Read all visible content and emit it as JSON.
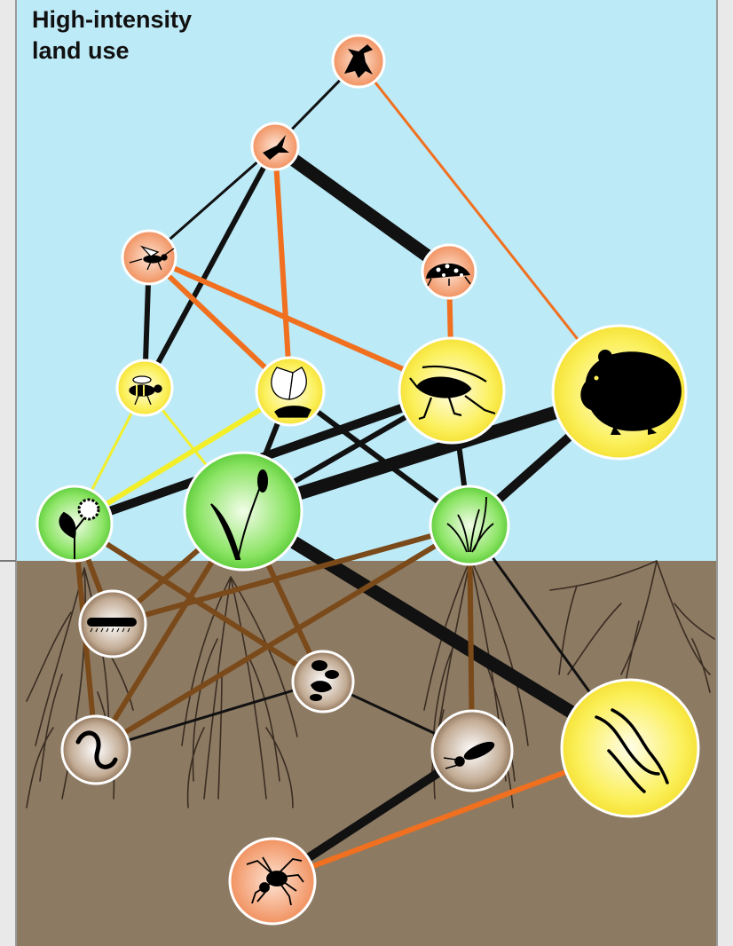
{
  "title": {
    "line1": "High-intensity",
    "line2": "land use"
  },
  "colors": {
    "above_ground": "#bdeaf7",
    "below_ground": "#8d7a63",
    "frame": "#9a9a9a",
    "predator_node": "#f2a57f",
    "herbivore_node": "#fbf27a",
    "plant_node": "#7ee05c",
    "soil_node": "#b7a18b",
    "link_black": "#111111",
    "link_orange": "#f07020",
    "link_yellow": "#f2ef2a",
    "link_brown": "#7a4a1a",
    "roots": "#3a2d22"
  },
  "nodes": [
    {
      "id": "bird-of-prey",
      "icon": "bird-of-prey-icon",
      "trophic_group": "predator"
    },
    {
      "id": "swallow",
      "icon": "swallow-icon",
      "trophic_group": "predator"
    },
    {
      "id": "parasitoid-wasp",
      "icon": "parasitoid-wasp-icon",
      "trophic_group": "predator"
    },
    {
      "id": "ladybird",
      "icon": "ladybird-icon",
      "trophic_group": "predator"
    },
    {
      "id": "bee",
      "icon": "bee-icon",
      "trophic_group": "pollinator"
    },
    {
      "id": "butterfly",
      "icon": "butterfly-icon",
      "trophic_group": "herbivore"
    },
    {
      "id": "grasshopper",
      "icon": "grasshopper-icon",
      "trophic_group": "herbivore"
    },
    {
      "id": "vole",
      "icon": "vole-icon",
      "trophic_group": "herbivore"
    },
    {
      "id": "forb",
      "icon": "flowering-plant-icon",
      "trophic_group": "plant"
    },
    {
      "id": "grass-tall",
      "icon": "grass-icon",
      "trophic_group": "plant"
    },
    {
      "id": "grass-tuft",
      "icon": "grass-tuft-icon",
      "trophic_group": "plant"
    },
    {
      "id": "millipede",
      "icon": "millipede-icon",
      "trophic_group": "soil"
    },
    {
      "id": "soil-mites",
      "icon": "soil-mite-icon",
      "trophic_group": "soil"
    },
    {
      "id": "earthworm",
      "icon": "earthworm-icon",
      "trophic_group": "soil"
    },
    {
      "id": "springtail",
      "icon": "springtail-icon",
      "trophic_group": "soil"
    },
    {
      "id": "nematodes",
      "icon": "nematode-icon",
      "trophic_group": "soil-herbivore"
    },
    {
      "id": "spider",
      "icon": "spider-icon",
      "trophic_group": "soil-predator"
    }
  ],
  "links": [
    {
      "from": "bird-of-prey",
      "to": "swallow",
      "type": "black",
      "strength": 1
    },
    {
      "from": "bird-of-prey",
      "to": "vole",
      "type": "orange",
      "strength": 1
    },
    {
      "from": "swallow",
      "to": "parasitoid-wasp",
      "type": "black",
      "strength": 1
    },
    {
      "from": "swallow",
      "to": "ladybird",
      "type": "black",
      "strength": 4
    },
    {
      "from": "swallow",
      "to": "butterfly",
      "type": "orange",
      "strength": 2
    },
    {
      "from": "swallow",
      "to": "bee",
      "type": "black",
      "strength": 2
    },
    {
      "from": "parasitoid-wasp",
      "to": "bee",
      "type": "black",
      "strength": 2
    },
    {
      "from": "parasitoid-wasp",
      "to": "butterfly",
      "type": "orange",
      "strength": 2
    },
    {
      "from": "parasitoid-wasp",
      "to": "grasshopper",
      "type": "orange",
      "strength": 2
    },
    {
      "from": "ladybird",
      "to": "grasshopper",
      "type": "orange",
      "strength": 2
    },
    {
      "from": "bee",
      "to": "forb",
      "type": "yellow",
      "strength": 1
    },
    {
      "from": "bee",
      "to": "grass-tall",
      "type": "yellow",
      "strength": 1
    },
    {
      "from": "butterfly",
      "to": "forb",
      "type": "yellow",
      "strength": 2
    },
    {
      "from": "butterfly",
      "to": "grass-tall",
      "type": "black",
      "strength": 2
    },
    {
      "from": "butterfly",
      "to": "grass-tuft",
      "type": "black",
      "strength": 2
    },
    {
      "from": "grasshopper",
      "to": "forb",
      "type": "black",
      "strength": 3
    },
    {
      "from": "grasshopper",
      "to": "grass-tall",
      "type": "black",
      "strength": 2
    },
    {
      "from": "grasshopper",
      "to": "grass-tuft",
      "type": "black",
      "strength": 2
    },
    {
      "from": "vole",
      "to": "grass-tall",
      "type": "black",
      "strength": 4
    },
    {
      "from": "vole",
      "to": "grass-tuft",
      "type": "black",
      "strength": 3
    },
    {
      "from": "grass-tall",
      "to": "nematodes",
      "type": "black",
      "strength": 4
    },
    {
      "from": "forb",
      "to": "millipede",
      "type": "brown",
      "strength": 2
    },
    {
      "from": "forb",
      "to": "soil-mites",
      "type": "brown",
      "strength": 2
    },
    {
      "from": "forb",
      "to": "earthworm",
      "type": "brown",
      "strength": 2
    },
    {
      "from": "grass-tall",
      "to": "millipede",
      "type": "brown",
      "strength": 2
    },
    {
      "from": "grass-tall",
      "to": "earthworm",
      "type": "brown",
      "strength": 2
    },
    {
      "from": "grass-tall",
      "to": "soil-mites",
      "type": "brown",
      "strength": 2
    },
    {
      "from": "grass-tuft",
      "to": "millipede",
      "type": "brown",
      "strength": 2
    },
    {
      "from": "grass-tuft",
      "to": "earthworm",
      "type": "brown",
      "strength": 2
    },
    {
      "from": "grass-tuft",
      "to": "springtail",
      "type": "brown",
      "strength": 2
    },
    {
      "from": "grass-tuft",
      "to": "nematodes",
      "type": "black",
      "strength": 1
    },
    {
      "from": "earthworm",
      "to": "soil-mites",
      "type": "black",
      "strength": 1
    },
    {
      "from": "soil-mites",
      "to": "springtail",
      "type": "black",
      "strength": 1
    },
    {
      "from": "springtail",
      "to": "spider",
      "type": "black",
      "strength": 3
    },
    {
      "from": "nematodes",
      "to": "spider",
      "type": "orange",
      "strength": 2
    }
  ]
}
